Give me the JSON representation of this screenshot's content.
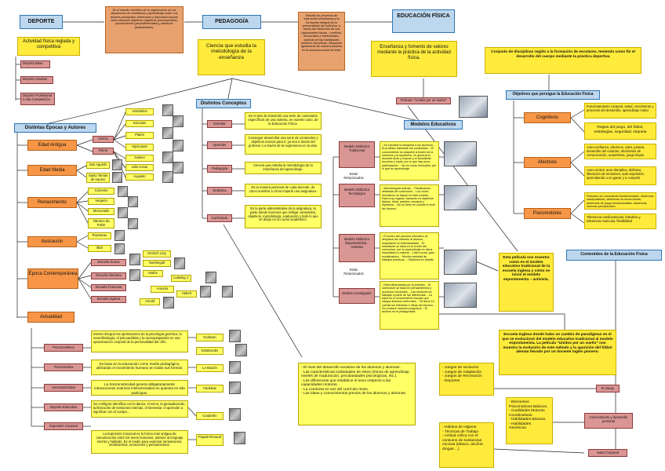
{
  "top": {
    "deporte": "DEPORTE",
    "deporte_sub": "Actividad física reglada y competitiva",
    "deporte_items": [
      "Deporte Base",
      "Deporte Amateur",
      "Deporte Profesional o Alta Competición"
    ],
    "deporte_def": "Es el estudio científico de la organización de los situaciones de enseñanza y aprendizaje motor, los actores principales: entrenador y deportista buscan como alcanzar objetivos cognitivos (conceptuales), psicomotrices (procedimentales) y afectivos (actitudinales).",
    "pedagogia": "PEDAGOGÍA",
    "pedagogia_sub": "Ciencia que estudia la metodología de la enseñanza",
    "ef_def": "Estudia los procesos de instrucción-enseñanza y la formación integral de la personalidad del individuo, a través del desarrollo de sus capacidades físicas - motrices, funcionales e intelectuales, además de las habilidades motrices deportivas, influyendo igualmente de manera positiva en la conducta social de éste.",
    "ef": "EDUCACIÓN FÍSICA",
    "ef_sub": "Enseñanza y fomento de valores mediante la práctica de la actividad física.",
    "pelicula": "Película: \"Unidos por un sueño\"",
    "disciplinas": "Conjunto de disciplinas regido a la formación de escolares, teniendo como fin el desarrollo del cuerpo mediante la práctica deportiva"
  },
  "epocas": {
    "title": "Distintas Épocas y Autores",
    "antigua": "Edad Antigua",
    "grecia": "Grecia",
    "roma": "Roma",
    "antigua_authors": [
      "Aristóteles",
      "Sócrates",
      "Platón",
      "Hipócrates",
      "Galeno",
      "Julio Cesar",
      "Augusto"
    ],
    "media": "Edad Media",
    "media_authors": [
      "San Agustín",
      "Santo Tomás de Aquino"
    ],
    "renacimiento": "Renacimiento",
    "renac_authors": [
      "Comenio",
      "Vergerio",
      "Mercurialis",
      "Vittorino da Feltre"
    ],
    "ilustracion": "Ilustración",
    "ilus_authors": [
      "Rousseau",
      "Illich"
    ],
    "contemporanea": "Época Contemporánea",
    "escuelas": [
      "Escuela Sueca",
      "Escuela Alemana",
      "Escuela Francesa",
      "Escuela Inglesa"
    ],
    "contemp_authors": [
      "Henrich Ling",
      "Nachtegall",
      "Muths",
      "Ludwing J.",
      "Amorós",
      "Hebert",
      "Arnold"
    ],
    "actualidad": "Actualidad"
  },
  "actualidad": {
    "items": [
      "Psicocinetismo",
      "Psicocinética",
      "Sociomotricidad",
      "Deporte Educativo",
      "Expresión Corporal"
    ],
    "descs": [
      "Intento integrar las aportaciones de la psicología genética, la neurofisiología, el psicoanálisis y la neuropsiquiatría en una aproximación corporal de la personalidad del niño.",
      "Se basa en la educación como medio pedagógico, utilizando el movimiento humano en todas sus formas.",
      "La Sociomotricidad genera obligatoriamente interacciones motrices instrumentales en quienes en ella participan.",
      "Se configura identifica con la danza, el mimo, la gestualización, la liberación de tensiones internas, el bienestar, el aprender a significar con el cuerpo...",
      "La Expresión Corporal es la forma más antigua de comunicación entre los seres humanos, anterior al lenguaje escrito y hablado. Es el medio para expresar sensaciones, sentimientos, emociones y pensamientos."
    ],
    "authors": [
      "Guilmain",
      "Estabrooks",
      "Le Boulch",
      "Parlebas",
      "Coubertin",
      "Pujade-Renaud"
    ]
  },
  "conceptos": {
    "title": "Distintos Conceptos",
    "items": [
      "Enseñar",
      "Aprender",
      "Pedagogía",
      "Didáctica",
      "Currículum"
    ],
    "descs": [
      "Es el arte de transmitir una serie de contenidos específicos de una materia, en nuestro caso, de la Educación Física.",
      "Conseguir desarrollar una serie de contenidos y objetivos nuevos para ti, ya sea a través del profesor o a través de la experiencia en la vida.",
      "Ciencia que estudia la metodología de la enseñanza del aprendizaje.",
      "Es la manera personal de cada docente, de cómo enseñar a cómo impartir una asignatura.",
      "Es la parte administrativa de la asignatura, la parte donde tenemos que reflejar contenidos, objetivos, metodología, evaluación y todo lo que se dirige en un curso académico."
    ]
  },
  "modelos": {
    "title": "Modelos Educativos",
    "relacionados": "Están Relacionados",
    "items": [
      "Modelo Didáctico Tradicional",
      "Modelo Didáctico Tecnológico",
      "Modelo Didáctico Espontaneísta - Activista",
      "Modelo Investigador"
    ],
    "descs": [
      "- Se impartía la disciplina a los alumnos. - El profesor transmite los contenidos. - El conocimiento se adquiere a través de la memoria y la repetición, en general el docente dicta y expone y el estudiante escucha y copia, por lo que hay poca participación. - No es modo innovador, por lo que es aprendizaje.",
      "- Metodologías activas. - Planificación detallada del curriculum. - Los ciclos formativos se basan en este modelo. - Está muy reglado, basando en objetivos fijados, ritual, práctica, escasos y repetidos. - No se tiene en cuenta el nivel del alumno.",
      "- El centro del proceso educativo se desplaza del maestro al alumno, respetando su individualidad. - El estudiante se sitúa en el centro del currículum, por su aprendizaje en clima espontáneo y natural. - Líder social, gran socializadora. - Mucha variedad de trabajos prácticos. - Objetivos en detalle.",
      "- Está influenciada por la práctica. - El currículum se basa en pensamientos y procesos crecientes. - Las sesiones se trabajan a partir de las diferencias. - La base es el conocimiento escolar que integra diversos referentes. - Se tiene en cuenta los intereses e ideas del alumno. - Se produce mejores progresos. - El alumno es el protagonista."
    ],
    "caption_metodo": "Esta película nos muestra como es el modelo educativo tradicional de la escuela inglesa y cómo se inició el modelo espontaneísta – activista.",
    "escuela": "Escuela Inglesa donde hubo un cambio de paradigmas en el que se evolucionó del modelo educativo tradicional al modelo espontaneísta. La película \"Unidos por un sueño\" nos muestra la evolución de este método y la aparición del fútbol alemán llevado por un docente inglés pionero."
  },
  "ef_panel": {
    "objetivos": "Objetivos que persigue la Educación Física",
    "cognitivos": "Cognitivos",
    "cog_desc1": "Funcionamiento corporal, salud, crecimiento y procesos del desarrollo, aprendizaje motor",
    "cog_desc2": "Reglas del juego, del fútbol, estrategias, seguridad, etiqueta",
    "afectivos": "Afectivos",
    "afe_desc1": "Auto-confianza, afectivos, valor, justicia, desarrollo del carácter, decisiones de comunicación, autoestima, juego limpio",
    "afe_desc2": "Auto-control, auto-disciplina, disfrutar, liberación de tensiones, auto-expresión, aprendiendo a no ganar y a competir",
    "psicomotores": "Psicomotores",
    "psi_desc1": "Patrones de movimiento fundamentales, destrezas manipulativas, destrezas no-locomotoras, destrezas de juego fundamentales, destrezas motoras perceptuales",
    "psi_desc2": "Tolerancia cardiovascular, fortaleza y tolerancia muscular, flexibilidad",
    "contenidos": "Contenidos de la Educación Física",
    "el_juego": "El Juego",
    "juegos": [
      "- Juegos de Iniciación",
      "- Juegos de Adaptación",
      "- Juegos de Recreación",
      "- Deportes"
    ],
    "conocimiento": "Conocimiento y desarrollo personal",
    "cono_items": [
      "- Elementos Psicomotrices Básicos.",
      "- Cualidades Motoras Coordinativas.",
      "- Habilidades Básicas.",
      "- Habilidades Genéricas."
    ],
    "salud": "Salud Corporal",
    "salud_items": [
      "- Hábitos de Higiene",
      "- Técnicas de Trabajo",
      "- Actitud crítica con el consumo de sustancias nocivas (tabaco, alcohol, drogas ...)"
    ],
    "nivel_items": [
      "- El nivel del desarrollo evolutivo de los alumnos y alumnas.",
      "- Las características individuales de estos (ritmos de aprendizaje, niveles de maduración, peculiaridades psicológicas, etc.).",
      "- Las diferencias que establece el sexo respecto a las capacidades motoras.",
      "- La conducta en vez del currículo mixto.",
      "- Las ideas y conocimientos previos de los alumnos y alumnas."
    ]
  }
}
